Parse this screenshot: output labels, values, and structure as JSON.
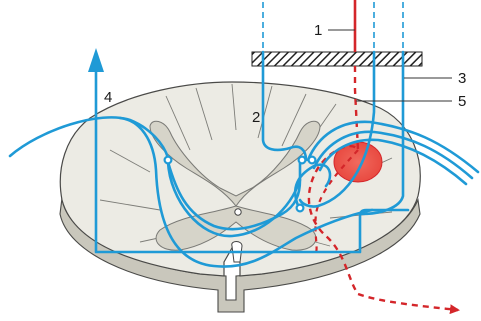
{
  "figure": {
    "labels": [
      "1",
      "2",
      "3",
      "4",
      "5"
    ]
  },
  "colors": {
    "fiber": "#1f9ad6",
    "stimulus": "#d4262a",
    "lesion": "#f06a5e",
    "cord_white_matter": "#ecebe4",
    "cord_gray_matter": "#d6d4c9",
    "cord_edge": "#c9c7bc"
  },
  "icons": {
    "arrow_up": "arrow-up-icon",
    "arrow_right": "arrow-right-icon",
    "hatched_bar": "hatched-bar"
  }
}
